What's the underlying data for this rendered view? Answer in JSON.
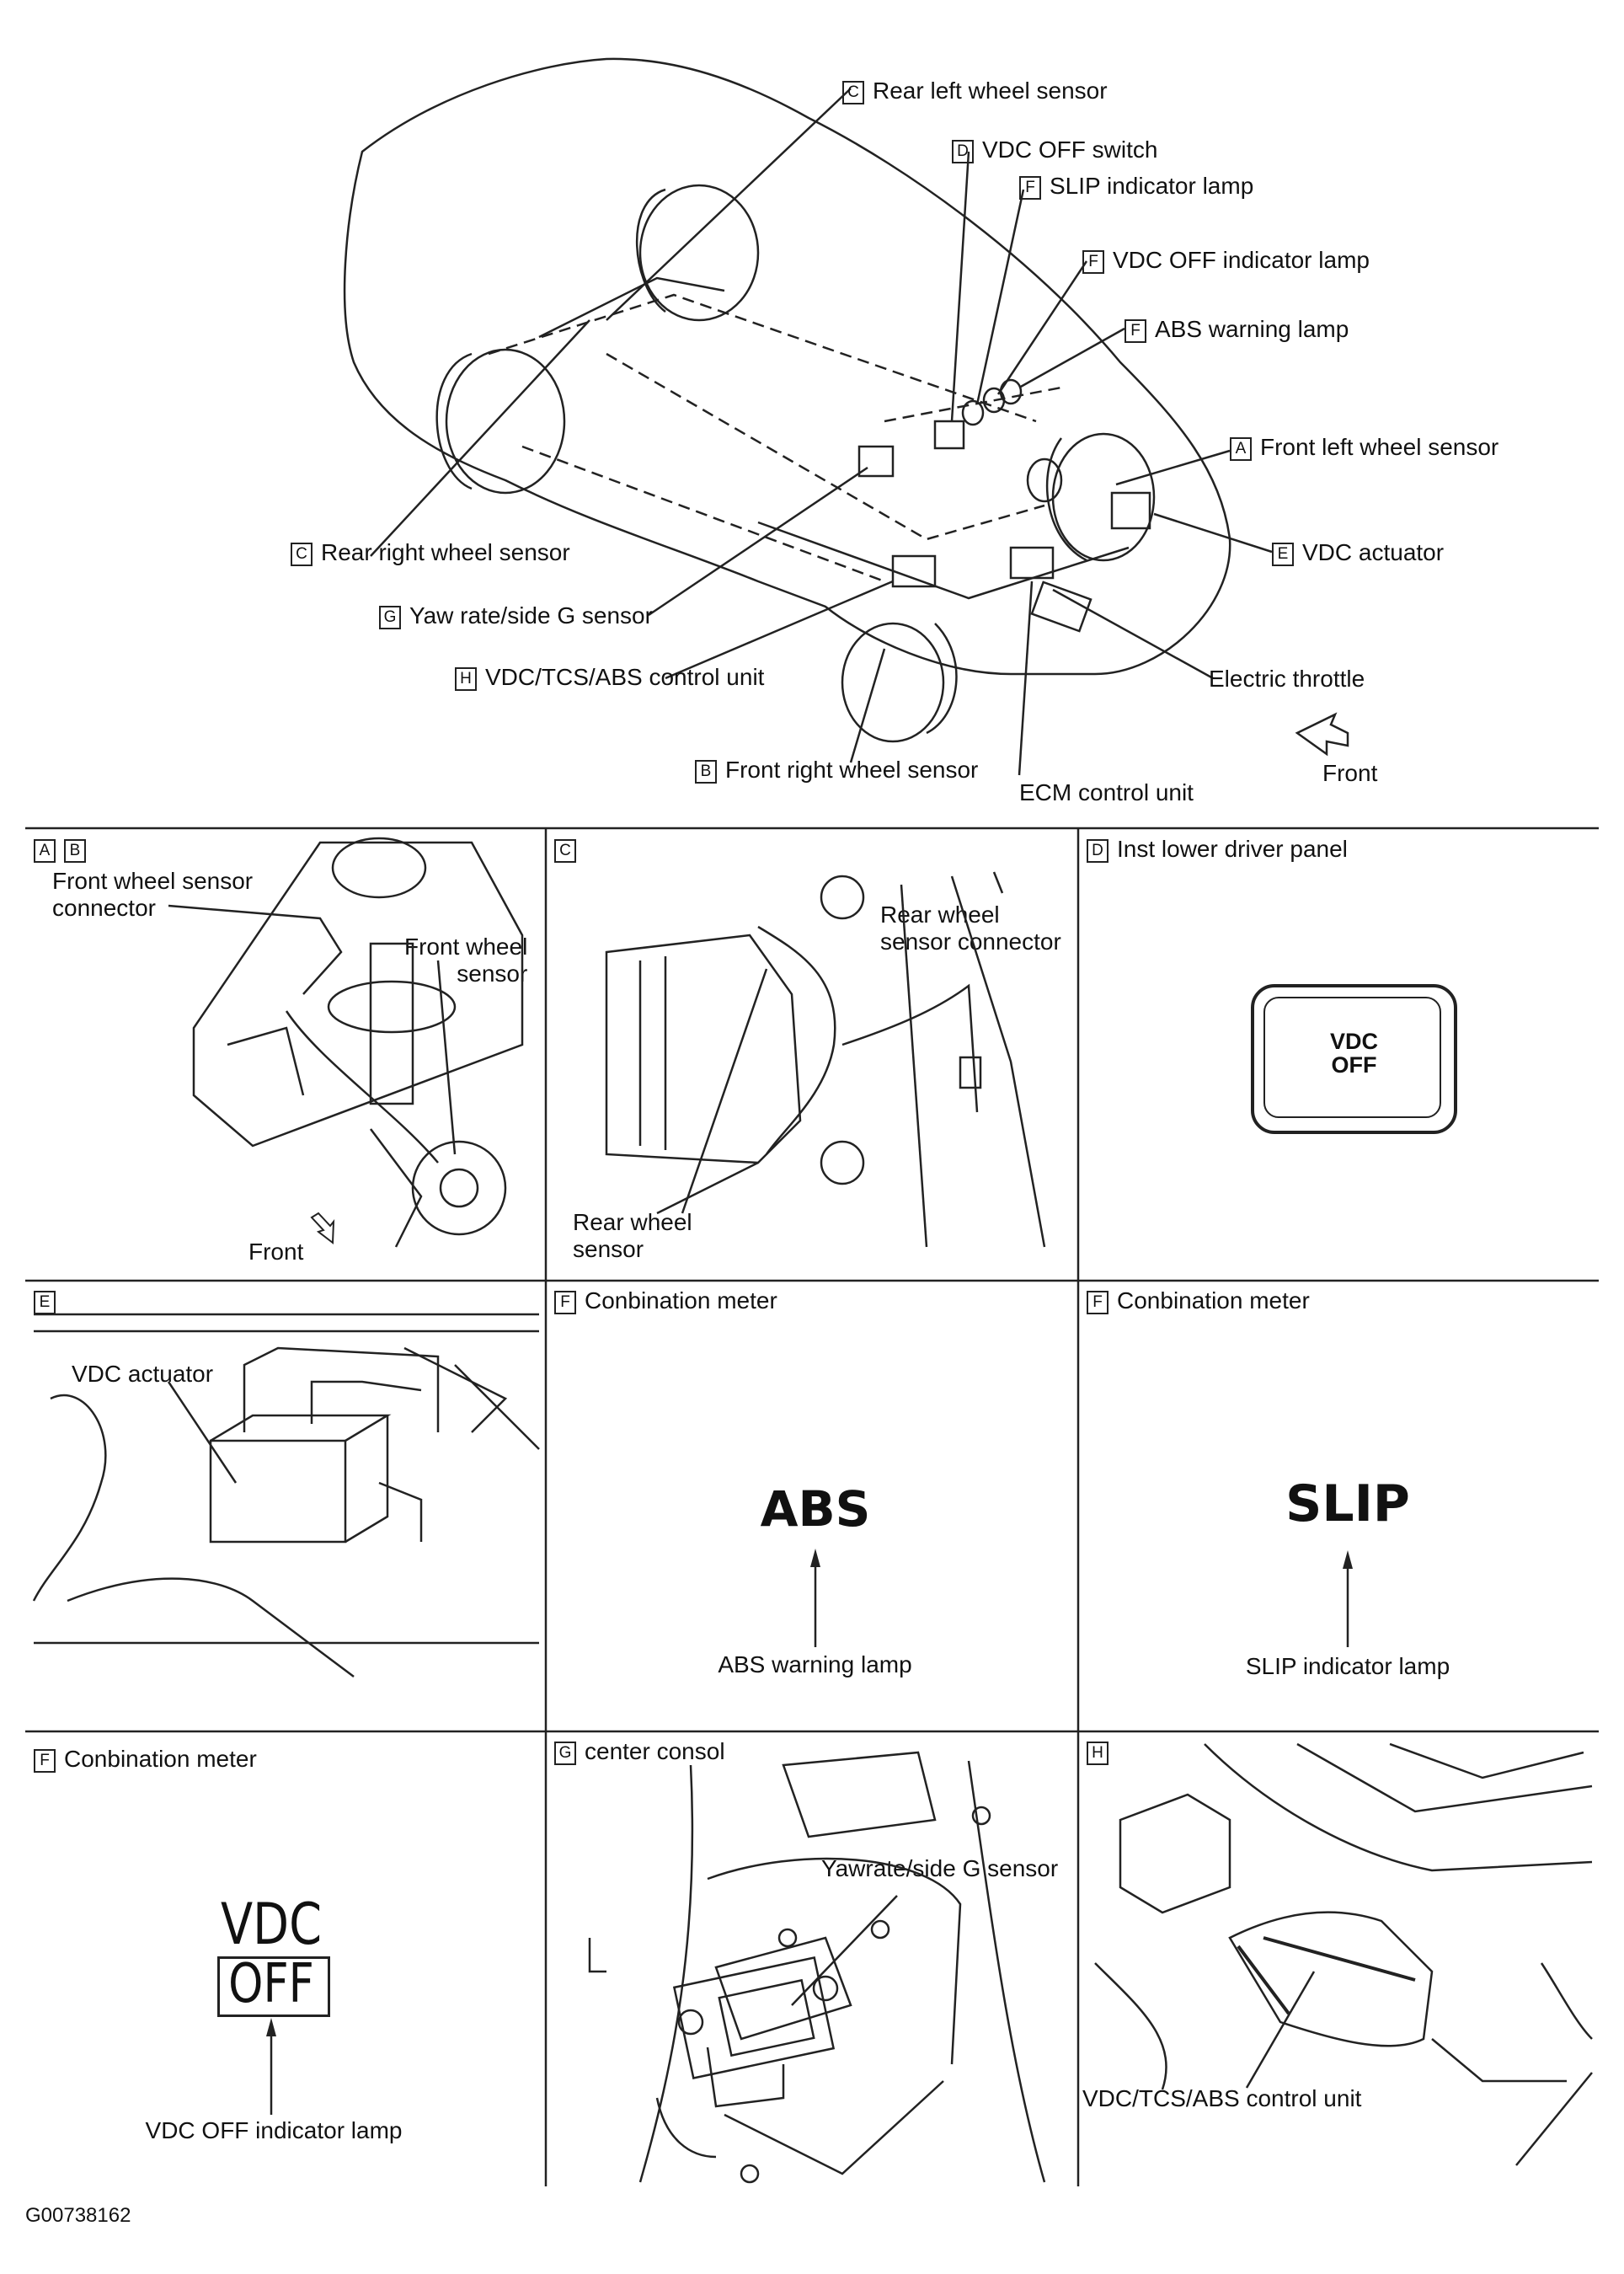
{
  "overview": {
    "callouts": [
      {
        "letter": "C",
        "text": "Rear left wheel sensor"
      },
      {
        "letter": "D",
        "text": "VDC OFF switch"
      },
      {
        "letter": "F",
        "text": "SLIP indicator lamp"
      },
      {
        "letter": "F",
        "text": "VDC OFF indicator lamp"
      },
      {
        "letter": "F",
        "text": "ABS warning lamp"
      },
      {
        "letter": "A",
        "text": "Front left wheel sensor"
      },
      {
        "letter": "E",
        "text": "VDC actuator"
      },
      {
        "letter": "C",
        "text": "Rear right wheel sensor"
      },
      {
        "letter": "G",
        "text": "Yaw rate/side G sensor"
      },
      {
        "letter": "H",
        "text": "VDC/TCS/ABS control unit"
      },
      {
        "letter": "B",
        "text": "Front right wheel sensor"
      }
    ],
    "electric_throttle": "Electric throttle",
    "ecm_control_unit": "ECM control unit",
    "front": "Front"
  },
  "panels": {
    "ab": {
      "letters": [
        "A",
        "B"
      ],
      "connector_label": "Front wheel sensor\nconnector",
      "sensor_label": "Front wheel\nsensor",
      "front": "Front"
    },
    "c": {
      "letter": "C",
      "connector_label": "Rear wheel\nsensor connector",
      "sensor_label": "Rear wheel\nsensor"
    },
    "d": {
      "letter": "D",
      "title": "Inst lower driver panel",
      "switch_line1": "VDC",
      "switch_line2": "OFF"
    },
    "e": {
      "letter": "E",
      "actuator_label": "VDC actuator"
    },
    "f_abs": {
      "letter": "F",
      "title": "Conbination meter",
      "symbol": "ABS",
      "caption": "ABS warning lamp"
    },
    "f_slip": {
      "letter": "F",
      "title": "Conbination meter",
      "symbol": "SLIP",
      "caption": "SLIP indicator lamp"
    },
    "f_vdc": {
      "letter": "F",
      "title": "Conbination meter",
      "symbol_top": "VDC",
      "symbol_bottom": "OFF",
      "caption": "VDC OFF indicator lamp"
    },
    "g": {
      "letter": "G",
      "title": "center consol",
      "sensor_label": "Yawrate/side G sensor"
    },
    "h": {
      "letter": "H",
      "unit_label": "VDC/TCS/ABS  control unit"
    }
  },
  "figure_id": "G00738162"
}
